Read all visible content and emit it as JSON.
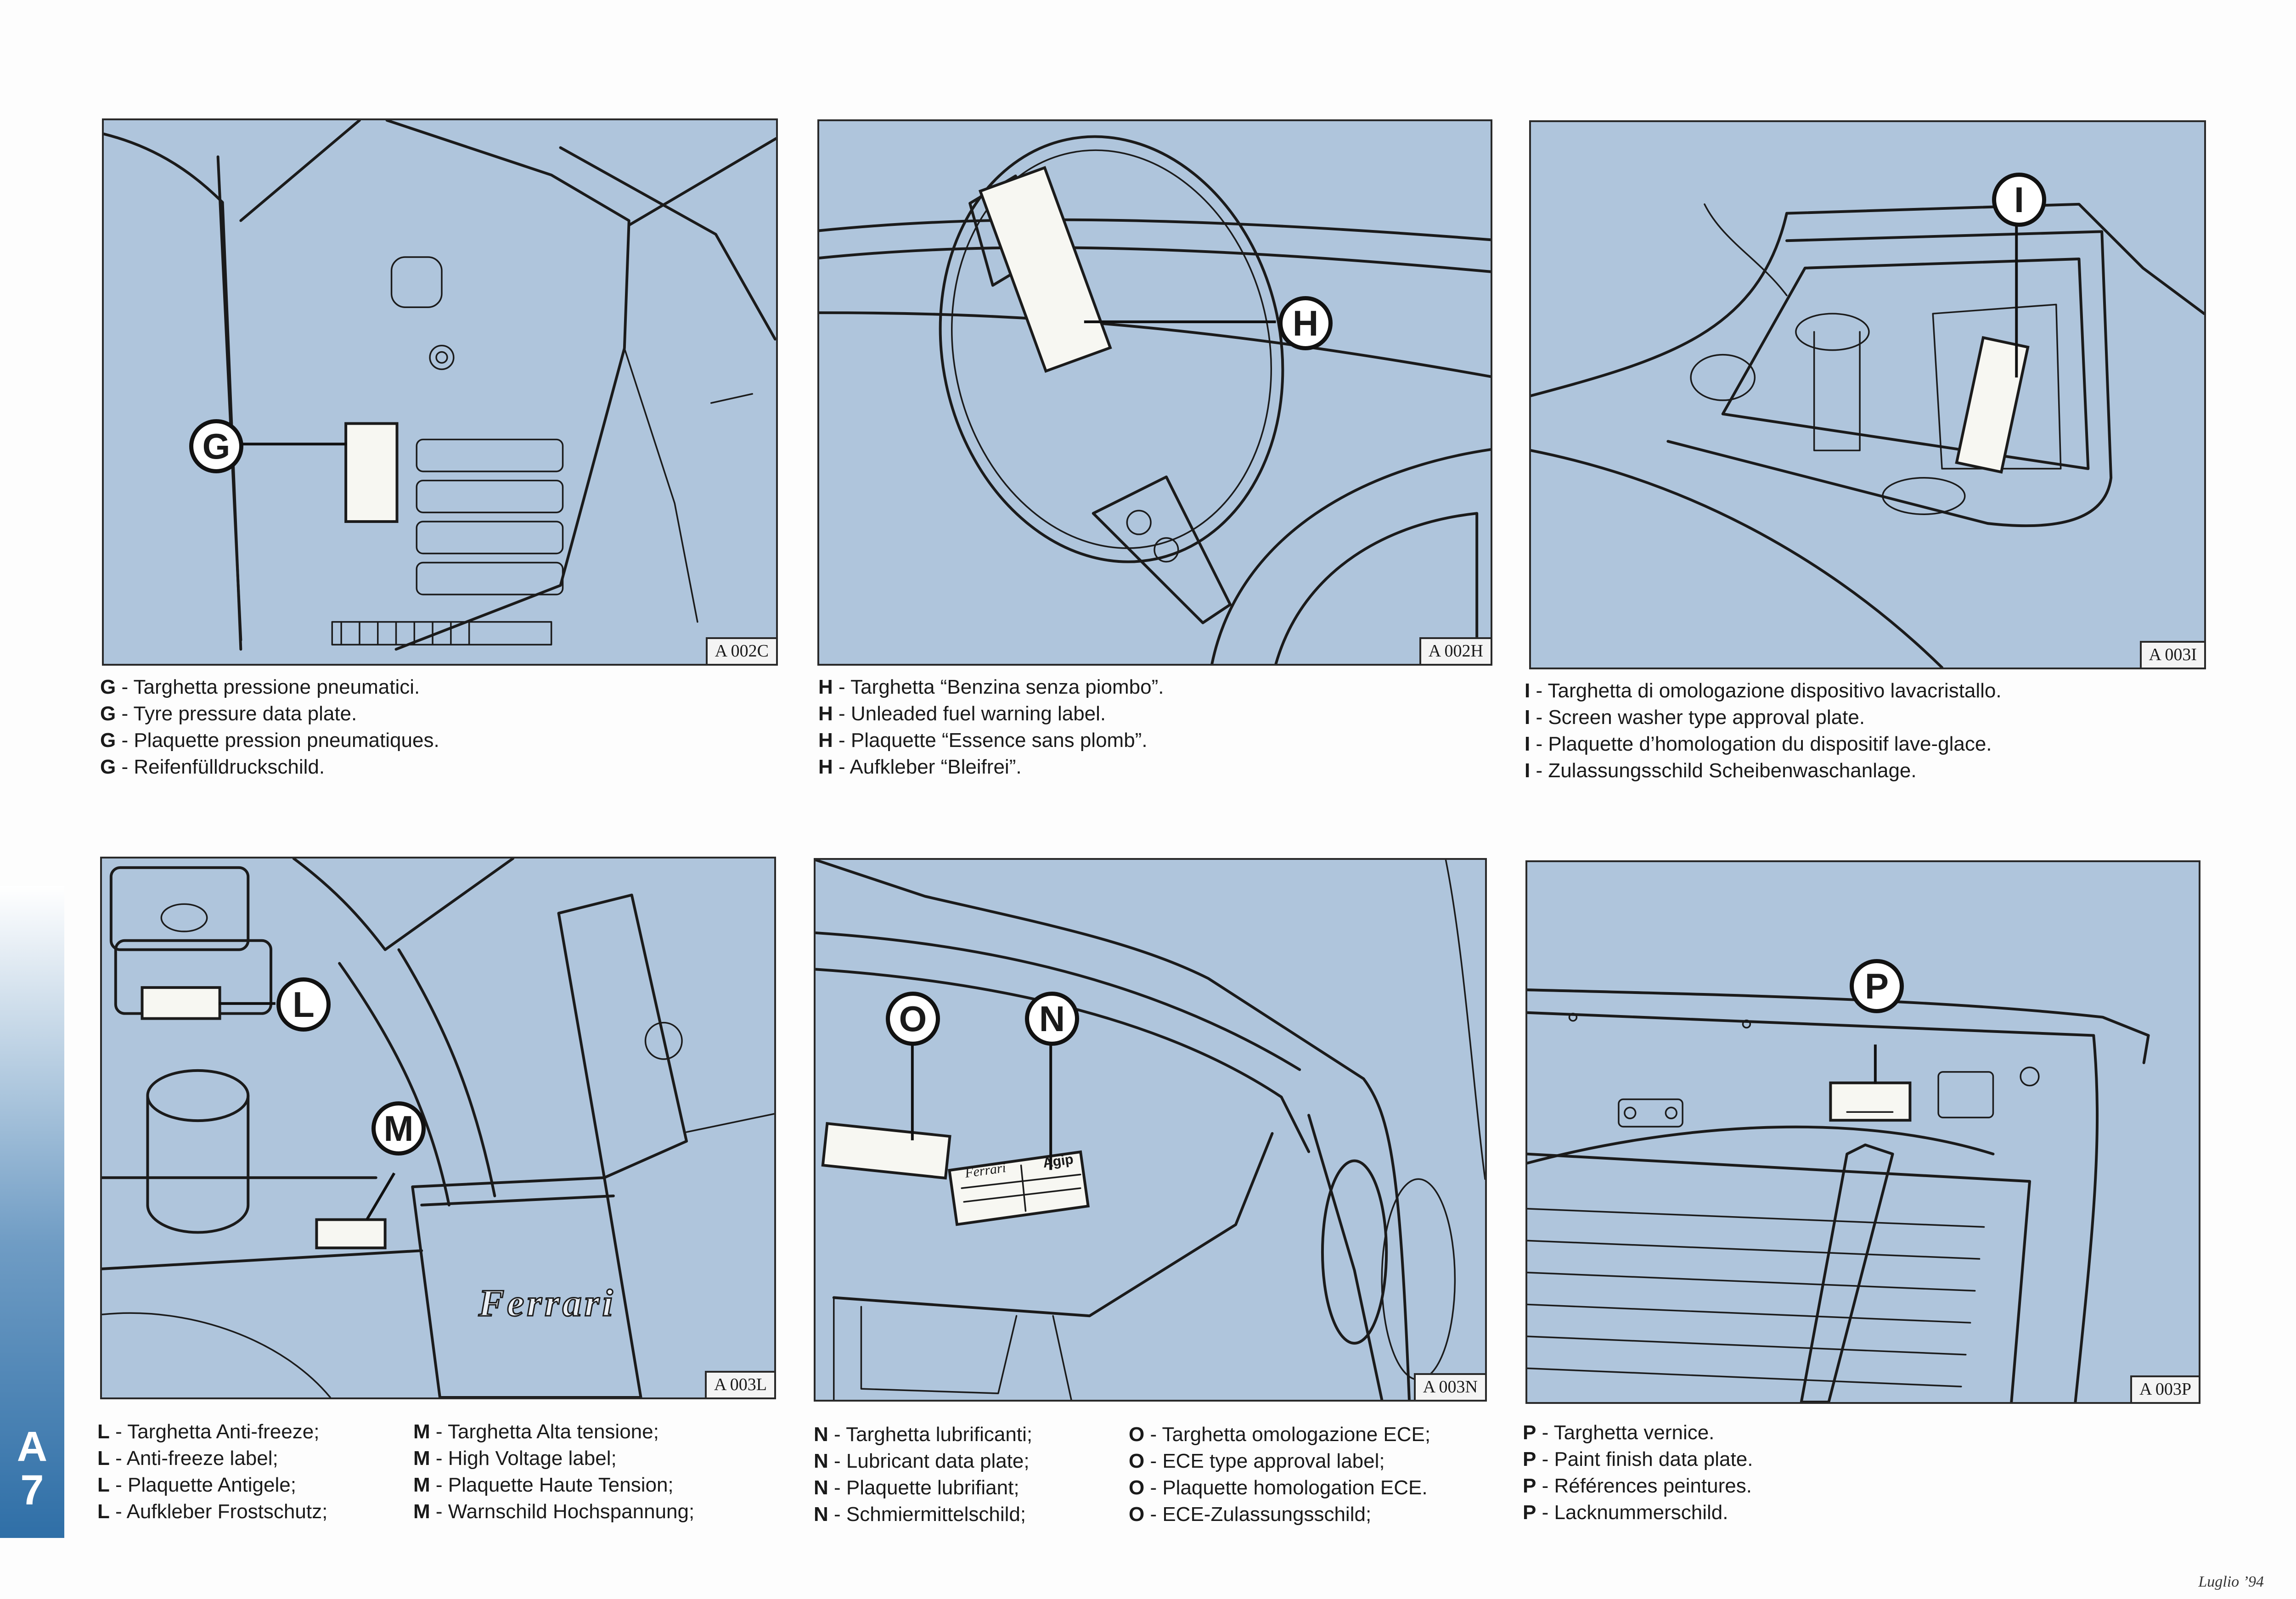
{
  "panels": [
    {
      "id": "G",
      "code": "A 002C",
      "lines": [
        {
          "letter": "G",
          "text": " - Targhetta pressione pneumatici."
        },
        {
          "letter": "G",
          "text": " - Tyre pressure data plate."
        },
        {
          "letter": "G",
          "text": " - Plaquette pression pneumatiques."
        },
        {
          "letter": "G",
          "text": " - Reifenfülldruckschild."
        }
      ]
    },
    {
      "id": "H",
      "code": "A 002H",
      "lines": [
        {
          "letter": "H",
          "text": " - Targhetta “Benzina senza piombo”."
        },
        {
          "letter": "H",
          "text": " - Unleaded fuel warning label."
        },
        {
          "letter": "H",
          "text": " - Plaquette “Essence sans plomb”."
        },
        {
          "letter": "H",
          "text": " - Aufkleber “Bleifrei”."
        }
      ]
    },
    {
      "id": "I",
      "code": "A 003I",
      "lines": [
        {
          "letter": "I",
          "text": " - Targhetta di omologazione dispositivo lavacristallo."
        },
        {
          "letter": "I",
          "text": " - Screen washer type approval plate."
        },
        {
          "letter": "I",
          "text": " - Plaquette d’homologation du dispositif lave-glace."
        },
        {
          "letter": "I",
          "text": " - Zulassungsschild Scheibenwaschanlage."
        }
      ]
    },
    {
      "id": "LM",
      "code": "A 003L",
      "badges": [
        "L",
        "M"
      ],
      "columns": [
        [
          {
            "letter": "L",
            "text": " - Targhetta Anti-freeze;"
          },
          {
            "letter": "L",
            "text": " - Anti-freeze label;"
          },
          {
            "letter": "L",
            "text": " - Plaquette Antigele;"
          },
          {
            "letter": "L",
            "text": " - Aufkleber Frostschutz;"
          }
        ],
        [
          {
            "letter": "M",
            "text": " - Targhetta Alta tensione;"
          },
          {
            "letter": "M",
            "text": " - High Voltage label;"
          },
          {
            "letter": "M",
            "text": " - Plaquette Haute Tension;"
          },
          {
            "letter": "M",
            "text": " - Warnschild Hochspannung;"
          }
        ]
      ]
    },
    {
      "id": "NO",
      "code": "A 003N",
      "badges": [
        "O",
        "N"
      ],
      "columns": [
        [
          {
            "letter": "N",
            "text": " - Targhetta lubrificanti;"
          },
          {
            "letter": "N",
            "text": " - Lubricant data plate;"
          },
          {
            "letter": "N",
            "text": " - Plaquette lubrifiant;"
          },
          {
            "letter": "N",
            "text": " - Schmiermittelschild;"
          }
        ],
        [
          {
            "letter": "O",
            "text": " - Targhetta omologazione ECE;"
          },
          {
            "letter": "O",
            "text": " - ECE type approval label;"
          },
          {
            "letter": "O",
            "text": " - Plaquette homologation ECE."
          },
          {
            "letter": "O",
            "text": " - ECE-Zulassungsschild;"
          }
        ]
      ]
    },
    {
      "id": "P",
      "code": "A 003P",
      "lines": [
        {
          "letter": "P",
          "text": " - Targhetta vernice."
        },
        {
          "letter": "P",
          "text": " - Paint finish data plate."
        },
        {
          "letter": "P",
          "text": " - Références peintures."
        },
        {
          "letter": "P",
          "text": " - Lacknummerschild."
        }
      ]
    }
  ],
  "plate_text": {
    "ferrari": "Ferrari",
    "agip": "Agip",
    "engine_logo": "Ferrari"
  },
  "sidetab": {
    "letter": "A",
    "number": "7"
  },
  "footer": "Luglio ’94",
  "colors": {
    "panel_bg": "#afc5dc",
    "tab_blue": "#2f6fa7"
  }
}
